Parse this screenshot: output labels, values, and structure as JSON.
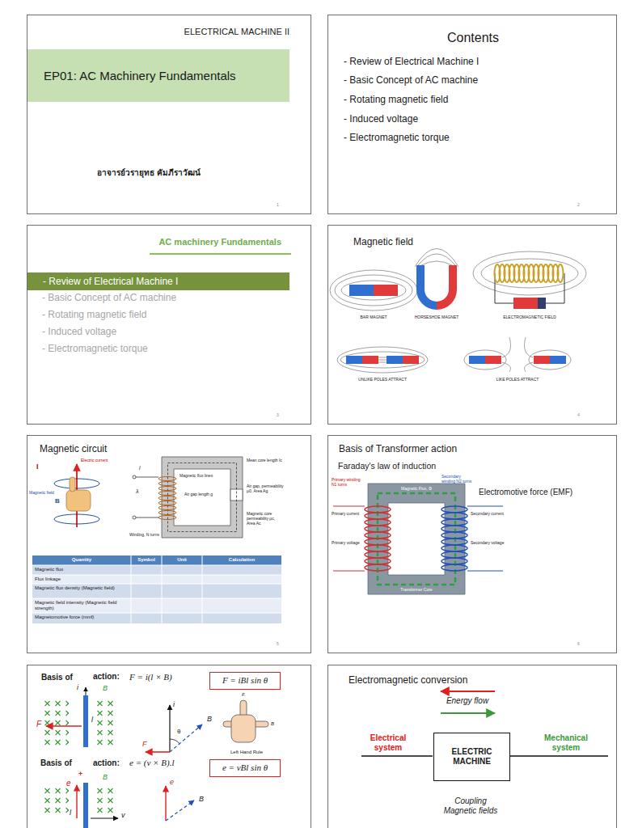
{
  "diagram": {
    "nodes": [
      {
        "text": [
          "ELECTRICAL MACHINE II",
          "1"
        ]
      },
      {
        "text": [
          "EP01: AC Machinery Fundamentals"
        ],
        "in": 0
      },
      {
        "text": [
          "Contents",
          "2"
        ]
      },
      {
        "text": [
          "AC machinery Fundamentals",
          "3"
        ]
      },
      {
        "text": [
          "- Review of Electrical Machine I"
        ],
        "in": 3
      },
      {
        "text": [
          "Magnetic field",
          "4"
        ]
      },
      {
        "text": [
          "Magnetic circuit",
          "5"
        ]
      },
      {
        "text": [
          "Basis of Transformer action",
          "6"
        ]
      },
      {
        "text": [
          "Basis of"
        ]
      },
      {
        "text": [
          "F = iBl sin θ"
        ],
        "in": 8
      },
      {
        "text": [
          "e = vBl sin θ"
        ],
        "in": 8
      },
      {
        "text": [
          "Electromagnetic conversion"
        ]
      },
      {
        "text": [
          "ELECTRIC MACHINE"
        ],
        "in": 11
      }
    ],
    "labels": [
      "อาจารย์วรายุทธ คัมภีราวัฒน์",
      "- Review of Electrical Machine I",
      "- Basic Concept of AC machine",
      "- Rotating magnetic field",
      "- Induced voltage",
      "- Electromagnetic torque",
      "- Basic Concept of AC machine",
      "- Rotating magnetic field",
      "- Induced voltage",
      "- Electromagnetic torque",
      "BAR MAGNET",
      "HORSESHOE MAGNET",
      "ELECTROMAGNETIC FIELD",
      "UNLIKE POLES ATTRACT",
      "LIKE POLES ATTRACT",
      "Quantity",
      "Symbol",
      "Unit",
      "Calculation",
      "Magnetic flux",
      "Flux linkage",
      "Magnetic flux density (Magnetic field)",
      "Magnetic field intensity (Magnetic field strength)",
      "Magnetomotive force (mmf)",
      "Electric current",
      "I",
      "Magnetic field",
      "B",
      "i",
      "λ",
      "Magnetic flux lines",
      "Air gap length g",
      "Winding, N turns",
      "Mean core length lc",
      "Air gap, permeability μ0, Area Ag",
      "Magnetic core permeability μc, Area Ac",
      "Faraday's law of induction",
      "Electromotive force (EMF)",
      "Primary winding N1 turns",
      "Secondary winding N2 turns",
      "Magnetic Flux, Φ",
      "Primary current",
      "Primary voltage",
      "Secondary current",
      "Secondary voltage",
      "Transformer Core",
      "action:",
      "F = i(l × B)",
      "i",
      "B",
      "l",
      "F",
      "i",
      "B",
      "F",
      "θ",
      "F",
      "B",
      "Left Hand Rule",
      "Basis of",
      "action:",
      "e = (v × B).l",
      "+",
      "e",
      "B",
      "l",
      "v",
      "e",
      "B",
      "Energy flow",
      "Electrical system",
      "Mechanical system",
      "Coupling Magnetic fields"
    ]
  }
}
